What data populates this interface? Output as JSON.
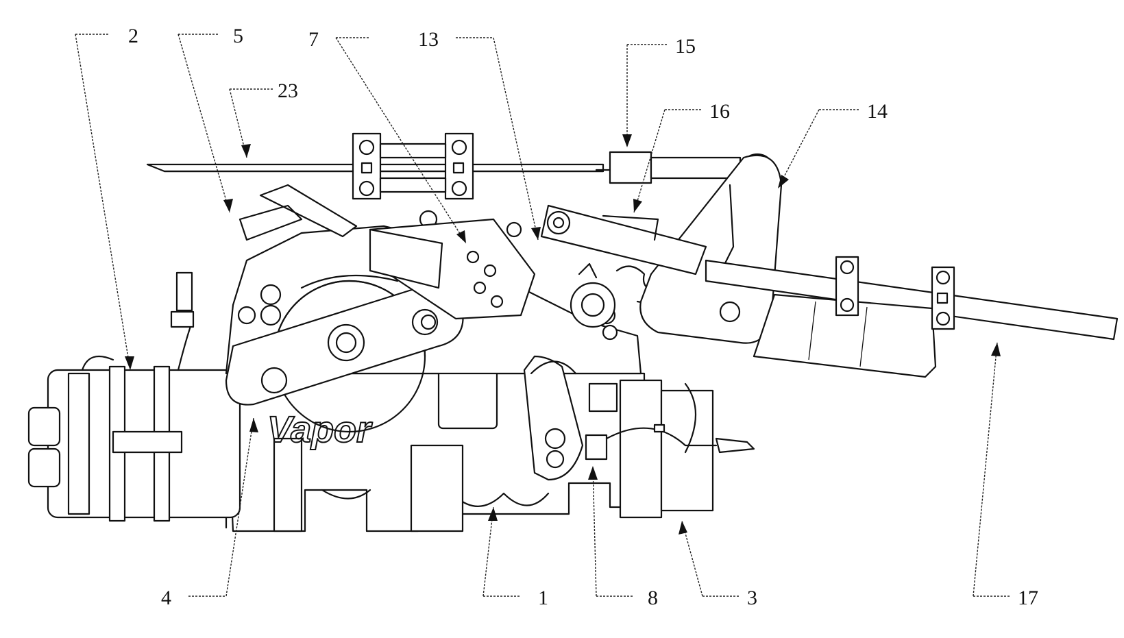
{
  "diagram": {
    "brand_text": "Vapor",
    "callouts": [
      {
        "id": "callout-2",
        "label": "2"
      },
      {
        "id": "callout-5",
        "label": "5"
      },
      {
        "id": "callout-7",
        "label": "7"
      },
      {
        "id": "callout-13",
        "label": "13"
      },
      {
        "id": "callout-15",
        "label": "15"
      },
      {
        "id": "callout-23",
        "label": "23"
      },
      {
        "id": "callout-16",
        "label": "16"
      },
      {
        "id": "callout-14",
        "label": "14"
      },
      {
        "id": "callout-4",
        "label": "4"
      },
      {
        "id": "callout-1",
        "label": "1"
      },
      {
        "id": "callout-8",
        "label": "8"
      },
      {
        "id": "callout-3",
        "label": "3"
      },
      {
        "id": "callout-17",
        "label": "17"
      }
    ]
  }
}
